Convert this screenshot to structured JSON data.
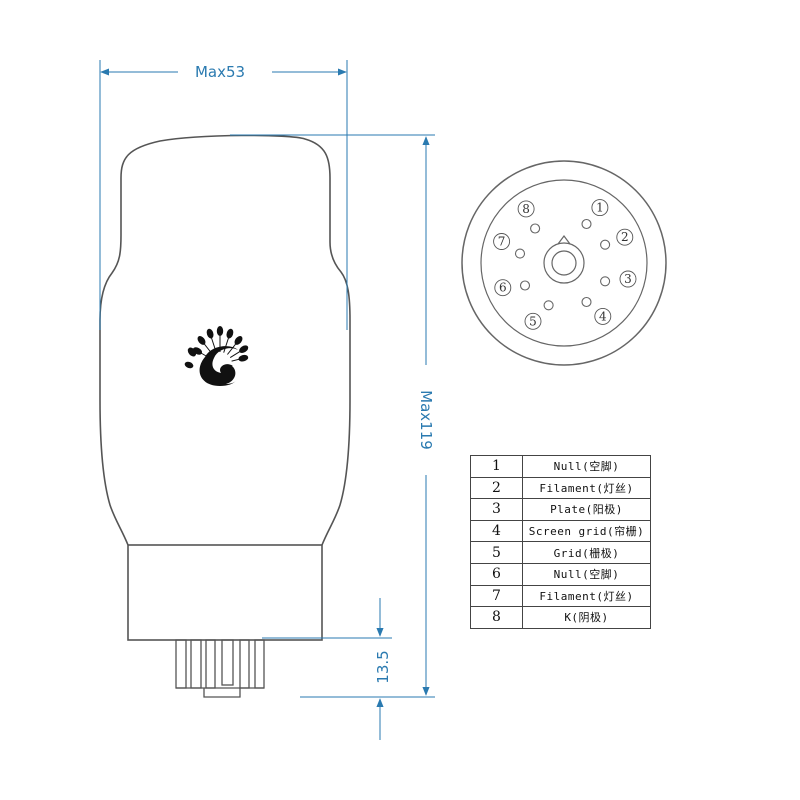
{
  "dimensions": {
    "width_label": "Max53",
    "height_label": "Max119",
    "pin_length_label": "13.5"
  },
  "socket": {
    "pin_numbers": [
      "1",
      "2",
      "3",
      "4",
      "5",
      "6",
      "7",
      "8"
    ]
  },
  "pin_table": [
    {
      "pin": "1",
      "function": "Null(空脚)"
    },
    {
      "pin": "2",
      "function": "Filament(灯丝)"
    },
    {
      "pin": "3",
      "function": "Plate(阳极)"
    },
    {
      "pin": "4",
      "function": "Screen grid(帘栅)"
    },
    {
      "pin": "5",
      "function": "Grid(栅极)"
    },
    {
      "pin": "6",
      "function": "Null(空脚)"
    },
    {
      "pin": "7",
      "function": "Filament(灯丝)"
    },
    {
      "pin": "8",
      "function": "K(阴极)"
    }
  ],
  "colors": {
    "dimension": "#2a7ab0",
    "outline": "#555555",
    "logo": "#111111"
  }
}
